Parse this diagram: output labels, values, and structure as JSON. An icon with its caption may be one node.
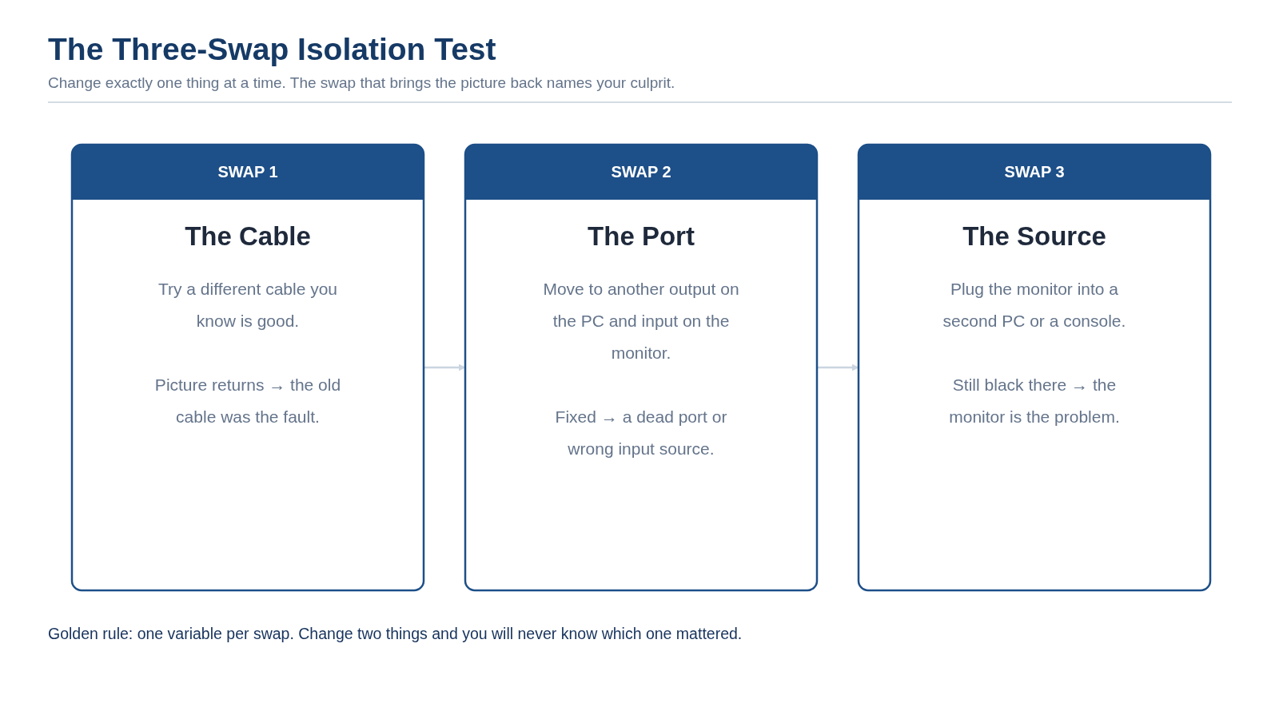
{
  "diagram": {
    "title": "The Three-Swap Isolation Test",
    "nodes": [
      {
        "text": [
          "SWAP 1",
          "The Cable",
          "Try a different cable you know is good.",
          "Picture returns → the old cable was the fault."
        ]
      },
      {
        "text": [
          "SWAP 2",
          "The Port",
          "Move to another output on the PC and input on the monitor.",
          "Fixed → a dead port or wrong input source."
        ]
      },
      {
        "text": [
          "SWAP 3",
          "The Source",
          "Plug the monitor into a second PC or a console.",
          "Still black there → the monitor is the problem."
        ]
      }
    ],
    "edges": [
      {
        "from": 0,
        "to": 1,
        "arrow": "to"
      },
      {
        "from": 1,
        "to": 2,
        "arrow": "to"
      }
    ],
    "labels": [
      "Change exactly one thing at a time. The swap that brings the picture back names your culprit.",
      "Golden rule: one variable per swap. Change two things and you will never know which one mattered."
    ]
  }
}
